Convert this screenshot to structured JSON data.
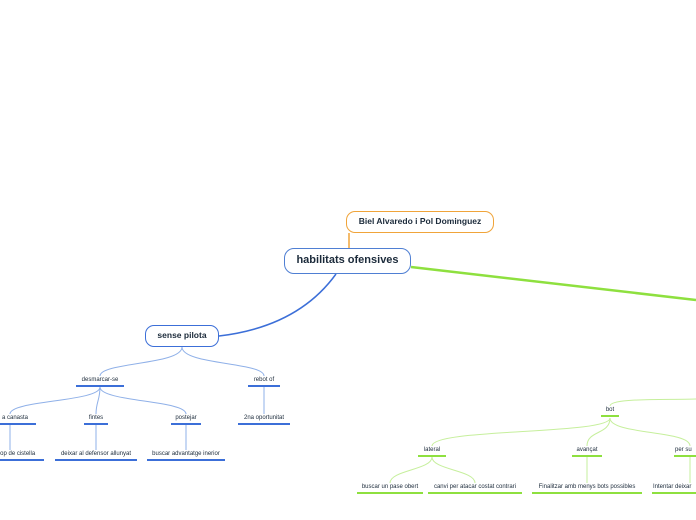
{
  "central": "habilitats ofensives",
  "author": "Biel Alvaredo i Pol Dominguez",
  "blue_branch": {
    "title": "sense pilota",
    "children": [
      {
        "label": "desmarcar-se",
        "children": [
          {
            "label": "a canasta",
            "children": [
              "prop de cistella"
            ]
          },
          {
            "label": "fintes",
            "children": [
              "deixar al defensor allunyat"
            ]
          },
          {
            "label": "postejar",
            "children": [
              "buscar advantatge inerior"
            ]
          }
        ]
      },
      {
        "label": "rebot of",
        "children": [
          "2na oportunitat"
        ]
      }
    ]
  },
  "green_branch": {
    "title": "bot",
    "children": [
      {
        "label": "lateral",
        "children": [
          "buscar un pase obert",
          "canvi per atacar costat contrari"
        ]
      },
      {
        "label": "avançat",
        "children": [
          "Finalitzar amb menys bots possibles"
        ]
      },
      {
        "label": "per su",
        "children": [
          "Intentar deixar"
        ]
      }
    ]
  },
  "colors": {
    "blue": "#3c6fd8",
    "blue_light": "#8fb0e8",
    "green": "#8ee03f",
    "green_light": "#c6ef9c",
    "orange": "#f0a43a"
  }
}
